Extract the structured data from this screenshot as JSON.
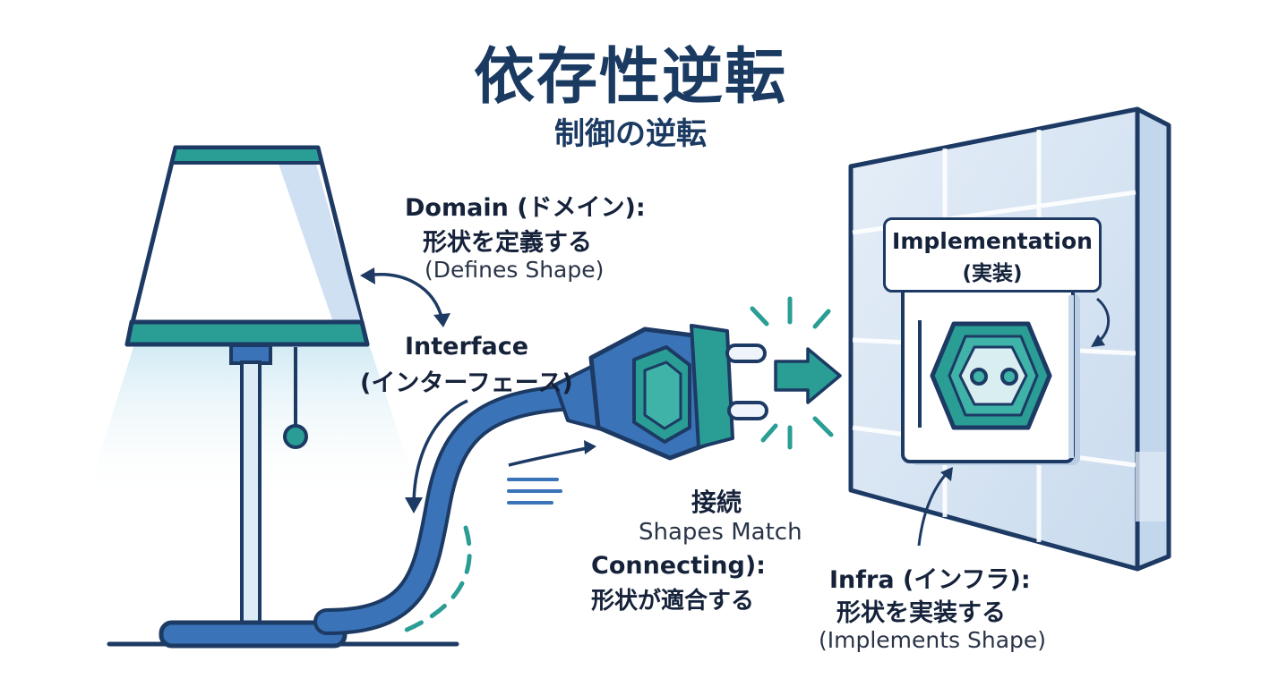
{
  "title": "依存性逆転",
  "subtitle": "制御の逆転",
  "domain": {
    "heading": "Domain (ドメイン):",
    "japanese": "形状を定義する",
    "english": "(Defines Shape)"
  },
  "interface": {
    "heading": "Interface",
    "japanese": "(インターフェース)"
  },
  "connecting": {
    "japanese_top": "接続",
    "english": "Shapes Match",
    "heading": "Connecting):",
    "japanese": "形状が適合する"
  },
  "implementation": {
    "heading": "Implementation",
    "japanese": "(実装)"
  },
  "infra": {
    "heading": "Infra (インフラ):",
    "japanese": "形状を実装する",
    "english": "(Implements Shape)"
  },
  "colors": {
    "navy": "#1c3a63",
    "teal": "#2a9d95",
    "blue": "#3a73b8",
    "light_blue": "#dce8f5"
  },
  "icons": [
    "lamp-icon",
    "plug-icon",
    "wall-socket-icon",
    "arrow-icon"
  ]
}
